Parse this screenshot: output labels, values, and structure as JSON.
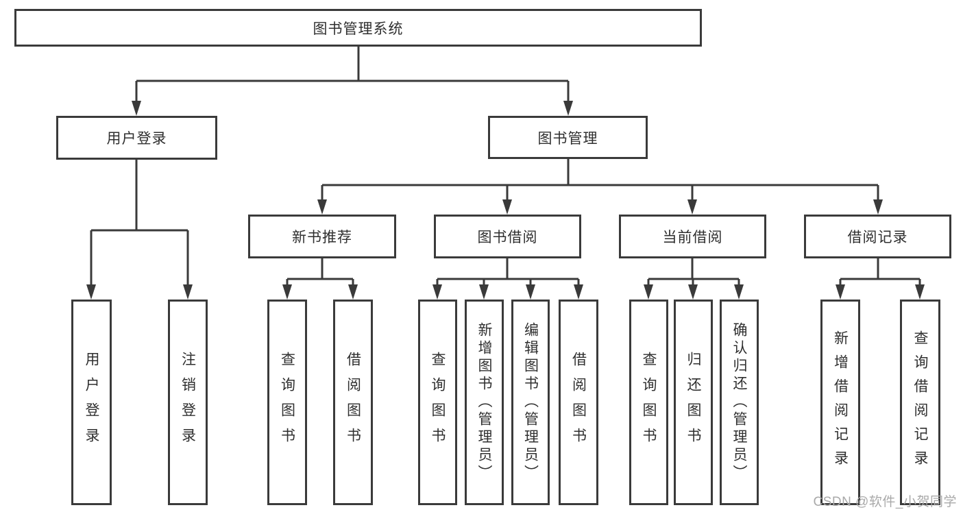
{
  "diagram": {
    "root": {
      "label": "图书管理系统"
    },
    "level1": [
      {
        "label": "用户登录"
      },
      {
        "label": "图书管理"
      }
    ],
    "level2": [
      {
        "label": "新书推荐"
      },
      {
        "label": "图书借阅"
      },
      {
        "label": "当前借阅"
      },
      {
        "label": "借阅记录"
      }
    ],
    "leaves": {
      "user_login": [
        {
          "label": "用户登录"
        },
        {
          "label": "注销登录"
        }
      ],
      "new_book": [
        {
          "label": "查询图书"
        },
        {
          "label": "借阅图书"
        }
      ],
      "book_borrow": [
        {
          "label": "查询图书"
        },
        {
          "label": "新增图书（管理员）"
        },
        {
          "label": "编辑图书（管理员）"
        },
        {
          "label": "借阅图书"
        }
      ],
      "current_borrow": [
        {
          "label": "查询图书"
        },
        {
          "label": "归还图书"
        },
        {
          "label": "确认归还（管理员）"
        }
      ],
      "borrow_record": [
        {
          "label": "新增借阅记录"
        },
        {
          "label": "查询借阅记录"
        }
      ]
    }
  },
  "watermark": "CSDN @软件_小贺同学",
  "colors": {
    "line": "#3a3a3a",
    "box_border": "#3a3a3a",
    "text": "#2f2f2f",
    "watermark": "#a9a9a9",
    "background": "#ffffff"
  }
}
